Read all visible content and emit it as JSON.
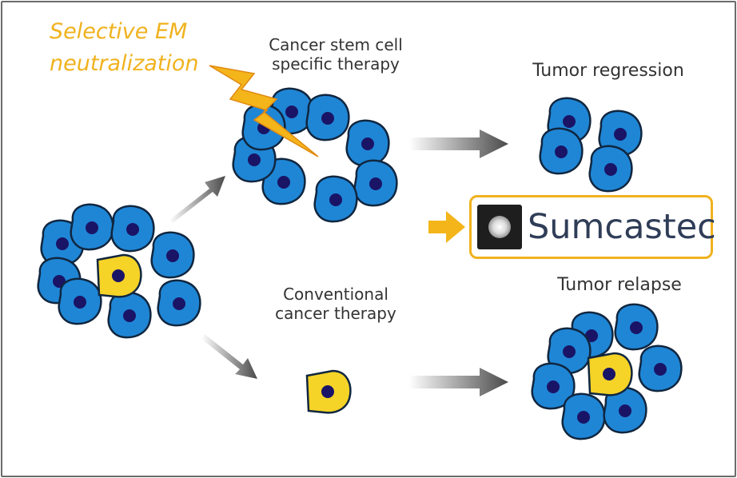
{
  "title_em": {
    "line1": "Selective EM",
    "line2": "neutralization"
  },
  "labels": {
    "stem_therapy_line1": "Cancer stem cell",
    "stem_therapy_line2": "specific therapy",
    "tumor_regression": "Tumor regression",
    "conventional_line1": "Conventional",
    "conventional_line2": "cancer therapy",
    "tumor_relapse": "Tumor relapse"
  },
  "brand": {
    "name": "Sumcastec",
    "logo_icon": "sphere-logo-icon"
  },
  "colors": {
    "cell_blue": "#1f86d6",
    "nucleus": "#1a1466",
    "stem_cell_yellow": "#f5d327",
    "accent_orange": "#f0b21e",
    "arrow_grey": "#5a5a5a"
  },
  "icons": [
    "lightning-bolt-icon",
    "arrow-icon",
    "sphere-logo-icon"
  ]
}
